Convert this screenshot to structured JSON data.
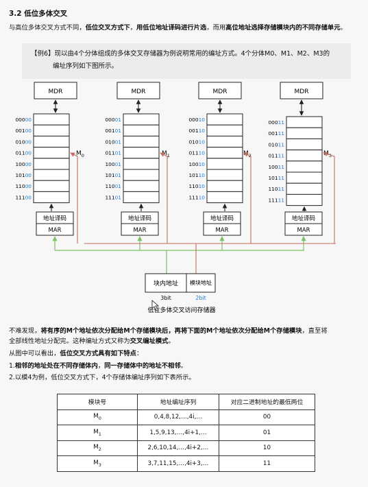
{
  "section": {
    "title": "3.2 低位多体交叉"
  },
  "intro": {
    "p1": "与高位多体交叉方式不同，",
    "p2": "低位交叉方式下",
    "p3": "，",
    "p4": "用低位地址译码进行片选",
    "p5": "，而用",
    "p6": "高位地址选择存储模块内的不同存储单元",
    "p7": "。"
  },
  "example": {
    "line1": "【例6】现以由4个分体组成的多体交叉存储器为例说明常用的编址方式。4个分体M0、M1、M2、M3的",
    "line2": "编址序列如下图所示。"
  },
  "diagram": {
    "mdr_label": "MDR",
    "decoder_label": "地址译码",
    "mar_label": "MAR",
    "module_letter": "M",
    "modules": [
      {
        "sub": "0",
        "addr_hi": [
          "000",
          "001",
          "010",
          "011",
          "100",
          "101",
          "110",
          "111"
        ],
        "addr_lo": "00"
      },
      {
        "sub": "1",
        "addr_hi": [
          "000",
          "001",
          "010",
          "011",
          "100",
          "101",
          "110",
          "111"
        ],
        "addr_lo": "01"
      },
      {
        "sub": "2",
        "addr_hi": [
          "000",
          "001",
          "010",
          "011",
          "100",
          "101",
          "110",
          "111"
        ],
        "addr_lo": "10"
      },
      {
        "sub": "3",
        "addr_hi": [
          "000",
          "001",
          "010",
          "011",
          "100",
          "101",
          "110",
          "111"
        ],
        "addr_lo": "11"
      }
    ],
    "inner_addr_label": "块内地址",
    "module_addr_label": "模块地址",
    "inner_bits": "3bit",
    "module_bits": "2bit",
    "caption": "低位多体交叉访问存储器",
    "colors": {
      "green": "#7cc163",
      "red": "#c46a5e",
      "blue": "#1e7bd7"
    }
  },
  "body": {
    "l1a": "不难发现，",
    "l1b": "将有序的M个地址依次分配给M个存储模块后，再将下面的M个地址依次分配给M个存储模块",
    "l1c": "，直至将",
    "l2a": "全部线性地址分配完",
    "l2b": "。这种编址方式又称为",
    "l2c": "交叉编址模式",
    "l2d": "。",
    "l3a": "从图中可以看出，",
    "l3b": "低位交叉方式具有如下特点",
    "l3c": "：",
    "l4a": "1.",
    "l4b": "相邻的地址处在不同存储体内",
    "l4c": "，",
    "l4d": "同一存储体中的地址不相邻",
    "l4e": "。",
    "l5": "2.以模4为例，低位交叉方式下，4个存储体编址序列如下表所示。"
  },
  "table": {
    "headers": [
      "模块号",
      "地址编址序列",
      "对应二进制地址的最低两位"
    ],
    "rows": [
      {
        "letter": "M",
        "sub": "0",
        "seq": "0,4,8,12,…,4i,…",
        "bits": "00"
      },
      {
        "letter": "M",
        "sub": "1",
        "seq": "1,5,9,13,…,4i+1,…",
        "bits": "01"
      },
      {
        "letter": "M",
        "sub": "2",
        "seq": "2,6,10,14,…,4i+2,…",
        "bits": "10"
      },
      {
        "letter": "M",
        "sub": "3",
        "seq": "3,7,11,15,…,4i+3,…",
        "bits": "11"
      }
    ]
  }
}
